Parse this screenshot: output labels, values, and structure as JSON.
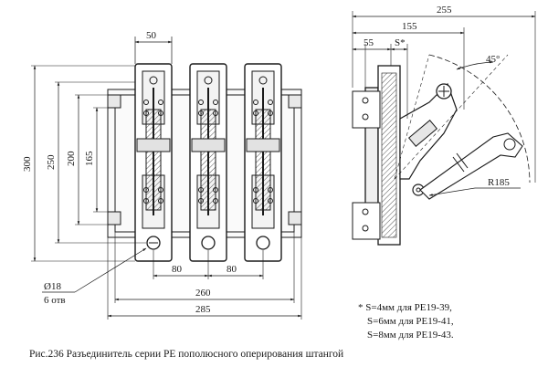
{
  "dimensions": {
    "front": {
      "top_width": "50",
      "height_total": "300",
      "height_250": "250",
      "height_200": "200",
      "height_165": "165",
      "pitch_left": "80",
      "pitch_right": "80",
      "width_260": "260",
      "width_285": "285",
      "hole_diameter": "Ø18",
      "hole_count": "6 отв"
    },
    "side": {
      "overall": "255",
      "offset_155": "155",
      "offset_55": "55",
      "gap_s": "S*",
      "angle": "45°",
      "radius": "R185"
    }
  },
  "notes": [
    "* S=4мм для РЕ19-39,",
    "S=6мм для РЕ19-41,",
    "S=8мм для РЕ19-43."
  ],
  "caption": "Рис.236 Разъединитель серии РЕ пополюсного оперирования штангой"
}
